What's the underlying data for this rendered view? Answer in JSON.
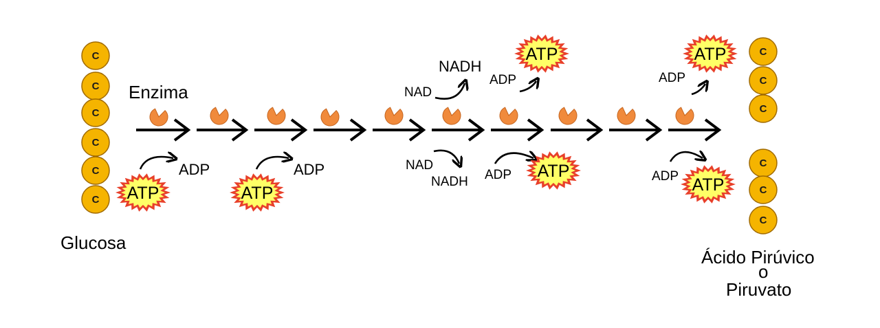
{
  "diagram": {
    "substrate_label": "Glucosa",
    "enzyme_label": "Enzima",
    "product_label_line1": "Ácido Pirúvico",
    "product_label_line2": "o",
    "product_label_line3": "Piruvato",
    "carbon_symbol": "C",
    "atp": "ATP",
    "adp": "ADP",
    "nad": "NAD",
    "nadh": "NADH",
    "colors": {
      "carbon_fill": "#f5b400",
      "carbon_stroke": "#a06a00",
      "enzyme": "#f08a3c",
      "burst_outer": "#e8402a",
      "burst_inner": "#ffff66",
      "arrow": "#000000"
    }
  }
}
